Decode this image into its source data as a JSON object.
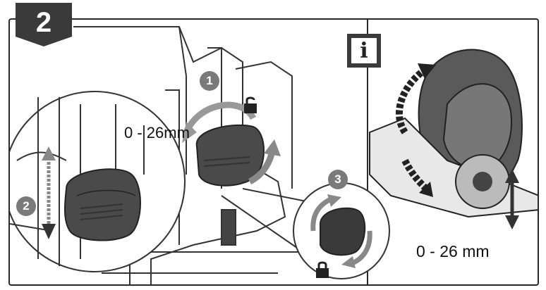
{
  "step": {
    "number": "2"
  },
  "info": {
    "symbol": "i"
  },
  "callouts": [
    "1",
    "2",
    "3"
  ],
  "measurements": {
    "left": "0 - 26mm",
    "right": "0 - 26 mm"
  },
  "icons": [
    "lock-icon",
    "unlock-icon",
    "double-arrow-icon",
    "rotate-arrow-icon"
  ],
  "colors": {
    "badge": "#3a3a3a",
    "callout": "#7a7a7a",
    "line": "#2a2a2a"
  }
}
